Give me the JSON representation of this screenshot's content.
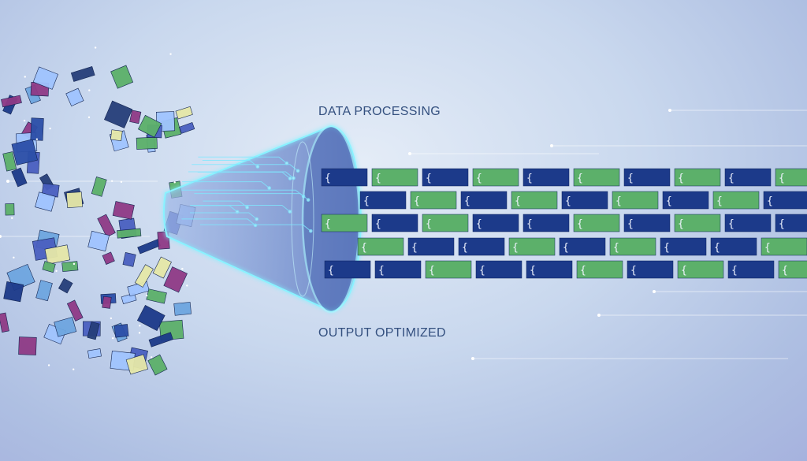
{
  "labels": {
    "top": "DATA PROCESSING",
    "bottom": "OUTPUT OPTIMIZED"
  },
  "colors": {
    "brick_blue": "#1c3a8a",
    "brick_green": "#5cb06a",
    "glow": "#7ff0ff",
    "funnel": "#6f8fd0"
  },
  "brick_rows": [
    [
      "b",
      "g",
      "b",
      "g",
      "b",
      "g",
      "b",
      "g",
      "b",
      "g"
    ],
    [
      "b",
      "b",
      "g",
      "b",
      "g",
      "b",
      "g",
      "b",
      "g",
      "b"
    ],
    [
      "g",
      "b",
      "g",
      "b",
      "b",
      "g",
      "b",
      "g",
      "b",
      "b"
    ],
    [
      "b",
      "g",
      "b",
      "b",
      "g",
      "b",
      "g",
      "b",
      "b",
      "g"
    ],
    [
      "b",
      "b",
      "g",
      "b",
      "b",
      "g",
      "b",
      "g",
      "b",
      "g"
    ]
  ],
  "brick_glyph": "{"
}
